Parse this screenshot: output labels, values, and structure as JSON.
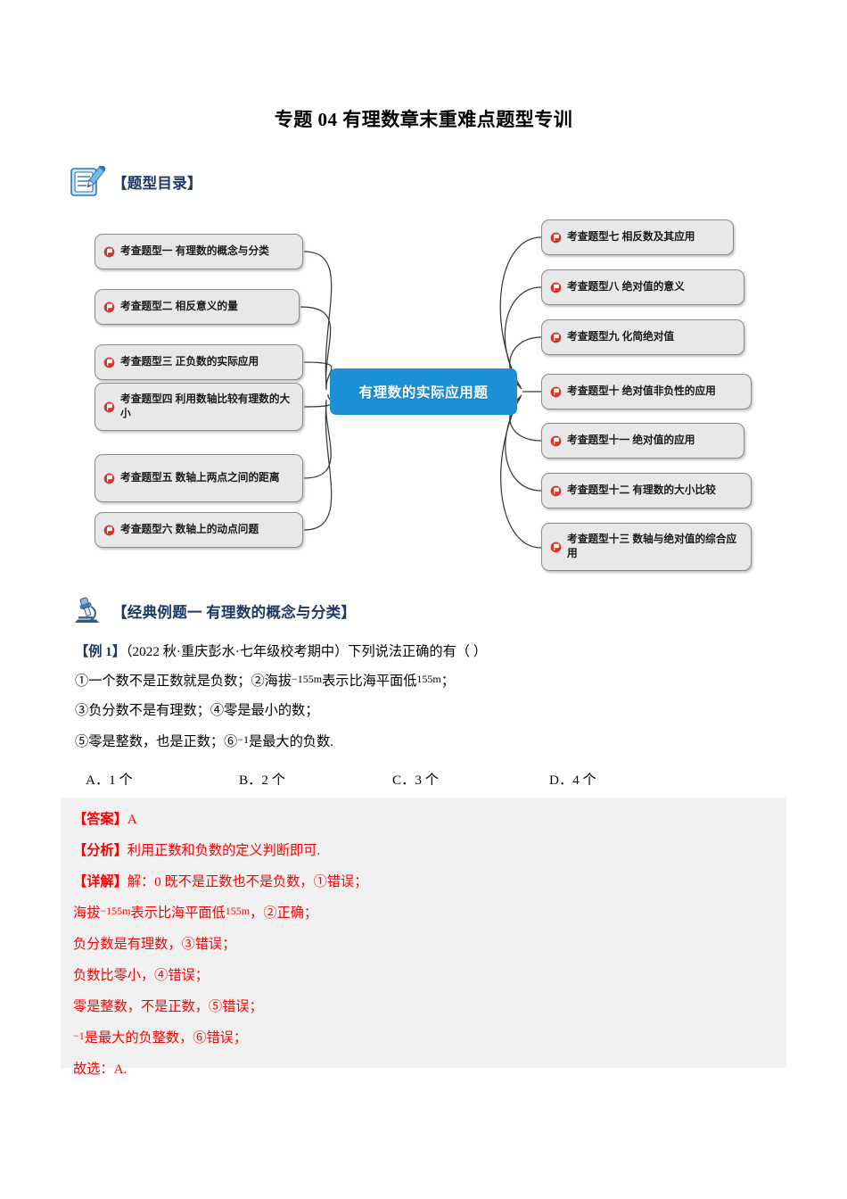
{
  "document": {
    "title": "专题 04  有理数章末重难点题型专训"
  },
  "catalog": {
    "icon": "notepad-pencil-icon",
    "heading": "【题型目录】",
    "center_node": "有理数的实际应用题",
    "left_items": [
      {
        "bullet": "red-flag-bullet-icon",
        "label": "考查题型一 有理数的概念与分类"
      },
      {
        "bullet": "red-flag-bullet-icon",
        "label": "考查题型二 相反意义的量"
      },
      {
        "bullet": "red-flag-bullet-icon",
        "label": "考查题型三 正负数的实际应用"
      },
      {
        "bullet": "red-flag-bullet-icon",
        "label": "考查题型四 利用数轴比较有理数的大小"
      },
      {
        "bullet": "red-flag-bullet-icon",
        "label": "考查题型五 数轴上两点之间的距离"
      },
      {
        "bullet": "red-flag-bullet-icon",
        "label": "考查题型六 数轴上的动点问题"
      }
    ],
    "right_items": [
      {
        "bullet": "red-flag-bullet-icon",
        "label": "考查题型七 相反数及其应用"
      },
      {
        "bullet": "red-flag-bullet-icon",
        "label": "考查题型八 绝对值的意义"
      },
      {
        "bullet": "red-flag-bullet-icon",
        "label": "考查题型九 化简绝对值"
      },
      {
        "bullet": "red-flag-bullet-icon",
        "label": "考查题型十 绝对值非负性的应用"
      },
      {
        "bullet": "red-flag-bullet-icon",
        "label": "考查题型十一 绝对值的应用"
      },
      {
        "bullet": "red-flag-bullet-icon",
        "label": "考查题型十二 有理数的大小比较"
      },
      {
        "bullet": "red-flag-bullet-icon",
        "label": "考查题型十三 数轴与绝对值的综合应用"
      }
    ]
  },
  "example_section": {
    "icon": "microscope-icon",
    "heading": "【经典例题一  有理数的概念与分类】",
    "question": {
      "tag": "【例 1】",
      "source": "（2022 秋·重庆彭水·七年级校考期中）下列说法正确的有（    ）",
      "statement_line1_a": "①一个数不是正数就是负数；②海拔",
      "statement_line1_sup1": "−155m",
      "statement_line1_b": "表示比海平面低",
      "statement_line1_sup2": "155m",
      "statement_line1_c": "；",
      "statement_line2": "③负分数不是有理数；④零是最小的数；",
      "statement_line3_a": "⑤零是整数，也是正数；⑥",
      "statement_line3_sup": "−1",
      "statement_line3_b": "是最大的负数."
    },
    "options": [
      "A．1 个",
      "B．2 个",
      "C．3 个",
      "D．4 个"
    ],
    "answer_block": {
      "answer_tag": "【答案】",
      "answer_value": "A",
      "analysis_tag": "【分析】",
      "analysis_text": "利用正数和负数的定义判断即可.",
      "detail_tag": "【详解】",
      "detail_line1": "解：0 既不是正数也不是负数，①错误；",
      "detail_line2_a": "海拔",
      "detail_line2_sup1": "−155m",
      "detail_line2_b": "表示比海平面低",
      "detail_line2_sup2": "155m",
      "detail_line2_c": "，②正确；",
      "detail_line3": "负分数是有理数，③错误；",
      "detail_line4": "负数比零小，④错误；",
      "detail_line5": "零是整数，不是正数，⑤错误；",
      "detail_line6_sup": "−1",
      "detail_line6_b": "是最大的负整数，⑥错误；",
      "detail_line7": "故选：A."
    }
  },
  "colors": {
    "title_blue": "#1F3864",
    "center_node_blue": "#1C8FD6",
    "node_gray": "#E8E8E8",
    "answer_red": "#FF0000",
    "answer_bg": "#F1F1F1",
    "bullet_red": "#D9342B"
  }
}
